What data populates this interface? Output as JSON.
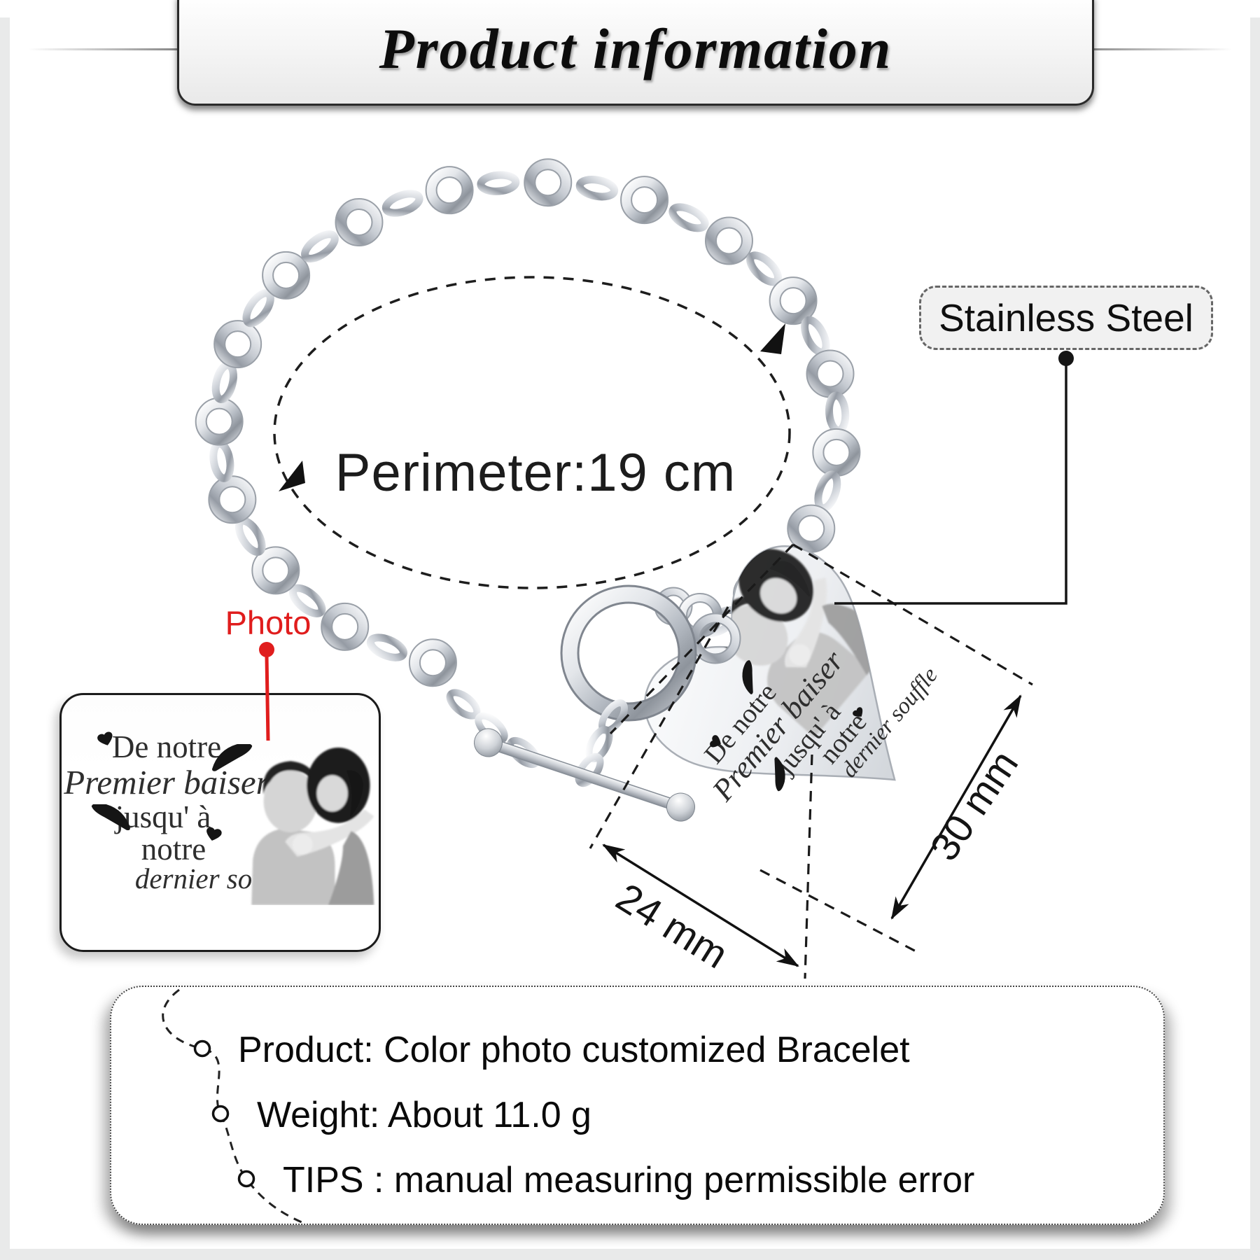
{
  "header": {
    "title": "Product information"
  },
  "bracelet": {
    "perimeter_label": "Perimeter:19 cm",
    "material_label": "Stainless Steel",
    "photo_callout_label": "Photo"
  },
  "engraving": {
    "line1": "De notre",
    "line2": "Premier baiser",
    "line3": "jusqu' à",
    "line4": "notre",
    "line5": "dernier souffle"
  },
  "dimensions": {
    "pendant_width": "24 mm",
    "pendant_height": "30 mm"
  },
  "info_box": {
    "items": [
      "Product: Color photo customized Bracelet",
      "Weight: About 11.0 g",
      "TIPS : manual measuring permissible error"
    ]
  },
  "colors": {
    "accent_red": "#e01d1d",
    "silver_light": "#eef0f3",
    "silver_dark": "#8e949c",
    "text": "#111111",
    "frame_gray": "#e9eaea"
  }
}
